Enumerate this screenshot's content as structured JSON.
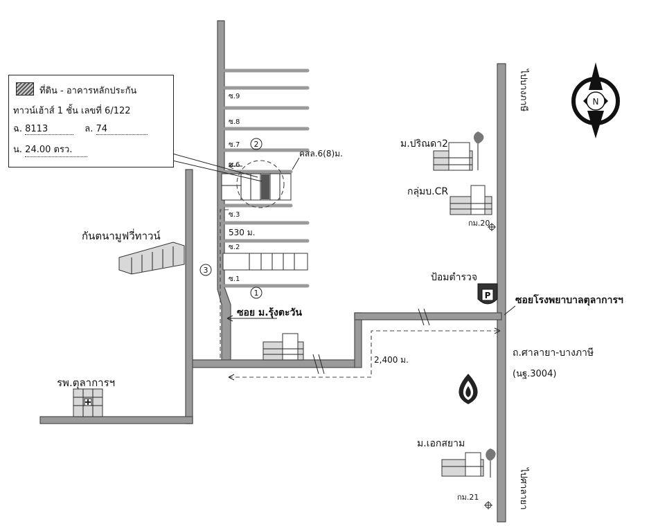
{
  "legend": {
    "title": "ที่ดิน - อาคารหลักประกัน",
    "line2": "ทาวน์เฮ้าส์ 1 ชั้น เลขที่ 6/122",
    "deed_prefix": "ฉ.",
    "deed_no": "8113",
    "land_prefix": "ล.",
    "land_no": "74",
    "area_prefix": "น.",
    "area_value": "24.00 ตรว."
  },
  "labels": {
    "village_parinda": "ม.ปริณดา2",
    "group_cr": "กลุ่มบ.CR",
    "km20": "กม.20",
    "police_box": "ป้อมตำรวจ",
    "police_sign": "P",
    "kantana": "กันตนามูฟวี่ทาวน์",
    "hospital": "รพ.ตุลาการฯ",
    "soi_hospital": "ซอยโรงพยาบาลตุลาการฯ",
    "road_main": "ถ.ศาลายา-บางภาษี",
    "road_code": "(นฐ.3004)",
    "village_eksiam": "ม.เอกสยาม",
    "km21": "กม.21",
    "to_bangphasi": "ไปบางภาษี",
    "to_salaya": "ไปศาลายา",
    "soi_rungtawan": "ซอย ม.รุ้งตะวัน",
    "dist_530": "530 ม.",
    "dist_2400": "2,400 ม.",
    "ksl": "คสล.6(8)ม.",
    "compass_n": "N",
    "circle_1": "1",
    "circle_2": "2",
    "circle_3": "3"
  },
  "soi_labels": [
    "ซ.9",
    "ซ.8",
    "ซ.7",
    "ซ.6",
    "ซ.3",
    "ซ.2",
    "ซ.1"
  ]
}
